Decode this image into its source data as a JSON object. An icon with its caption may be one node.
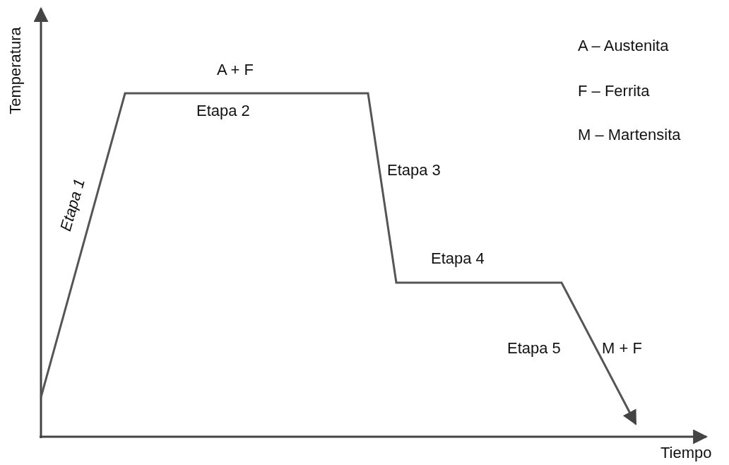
{
  "diagram": {
    "labels": [
      "Temperatura",
      "A – Austenita",
      "A + F",
      "F – Ferrita",
      "Etapa 2",
      "M – Martensita",
      "Etapa 3",
      "Etapa 1",
      "Etapa 4",
      "Etapa 5",
      "M + F",
      "Tiempo"
    ]
  }
}
